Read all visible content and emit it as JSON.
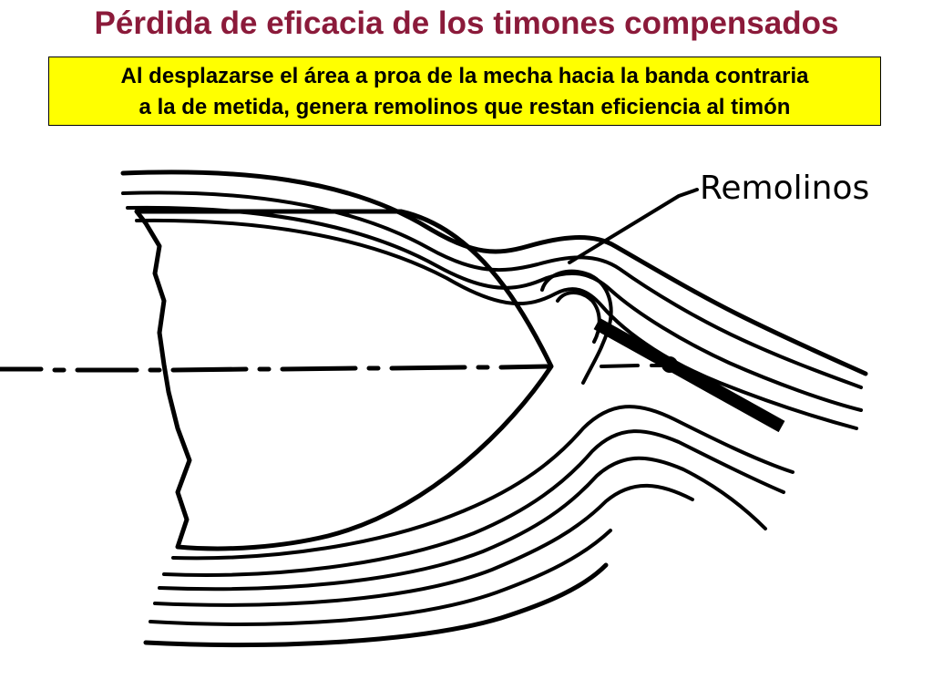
{
  "slide": {
    "title": "Pérdida de eficacia de los timones compensados",
    "callout_lines": [
      "Al desplazarse el área a proa de la mecha hacia la banda contraria",
      "a la de metida, genera remolinos que restan eficiencia al timón"
    ]
  },
  "diagram": {
    "label": "Remolinos"
  },
  "colors": {
    "title": "#8b1a3a",
    "callout_background": "#ffff00",
    "line": "#000000"
  }
}
